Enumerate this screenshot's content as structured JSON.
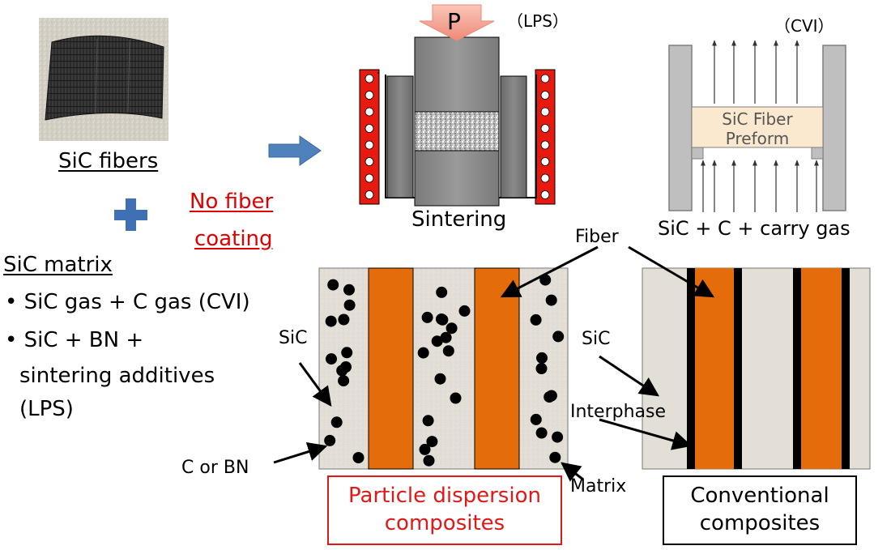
{
  "fiber_section": {
    "label": "SiC fibers",
    "photo_icon": "woven-fabric-photo"
  },
  "plus_icon": "plus-icon",
  "coating": {
    "line1": "No fiber",
    "line2": "coating"
  },
  "matrix_section": {
    "title": "SiC matrix",
    "bullets": [
      {
        "text": "SiC gas + C gas (CVI)"
      },
      {
        "line1": "SiC + BN +",
        "line2": "sintering additives",
        "line3": "(LPS)"
      }
    ]
  },
  "process_arrow_icon": "arrow-right-icon",
  "lps_process": {
    "pressure_label": "P",
    "method_label": "（LPS）",
    "caption": "Sintering"
  },
  "cvi_process": {
    "method_label": "（CVI）",
    "preform_line1": "SiC Fiber",
    "preform_line2": "Preform",
    "caption": "SiC + C + carry gas"
  },
  "annotations": {
    "fiber": "Fiber",
    "sic_left": "SiC",
    "c_or_bn": "C or BN",
    "sic_right": "SiC",
    "interphase": "Interphase",
    "matrix": "Matrix"
  },
  "composites": {
    "particle_line1": "Particle dispersion",
    "particle_line2": "composites",
    "conventional_line1": "Conventional",
    "conventional_line2": "composites"
  },
  "colors": {
    "fiber_orange": "#e46c0a",
    "matrix_beige": "#e4dfd6",
    "heater_red": "#e8190e",
    "arrow_blue": "#4f81bd",
    "mold_gray": "#7f7f7f",
    "text_red": "#e00000"
  }
}
